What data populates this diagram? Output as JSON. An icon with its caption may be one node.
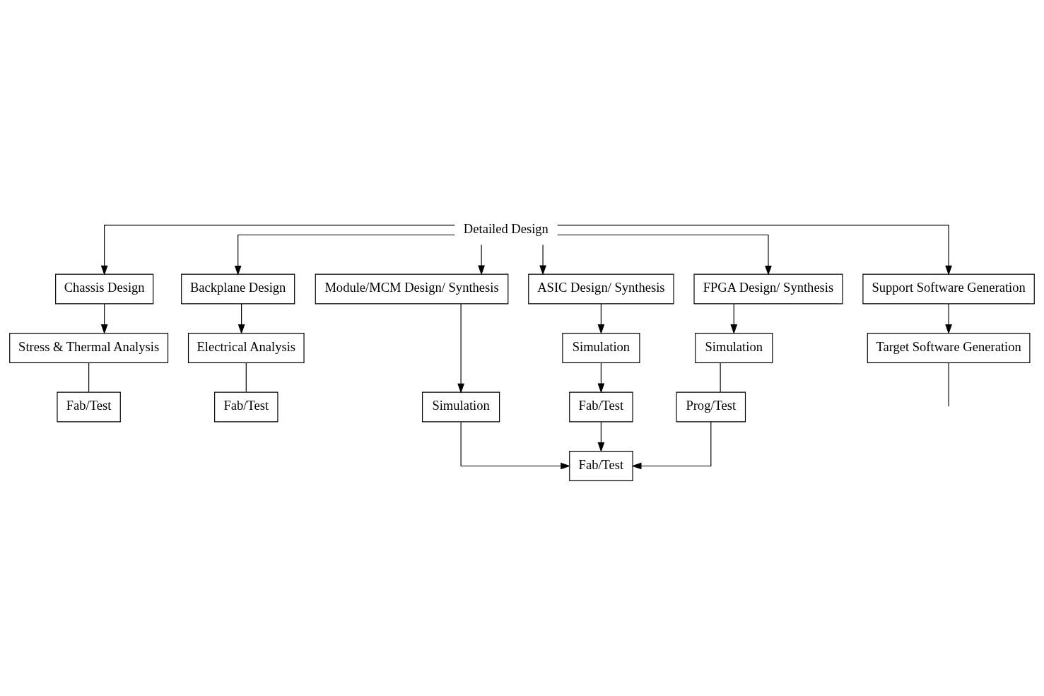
{
  "diagram": {
    "nodes": [
      {
        "text": [
          "Detailed Design"
        ]
      },
      {
        "text": [
          "Chassis Design"
        ]
      },
      {
        "text": [
          "Backplane Design"
        ]
      },
      {
        "text": [
          "Module/MCM Design/ Synthesis"
        ]
      },
      {
        "text": [
          "ASIC Design/ Synthesis"
        ]
      },
      {
        "text": [
          "FPGA Design/ Synthesis"
        ]
      },
      {
        "text": [
          "Support Software Generation"
        ]
      },
      {
        "text": [
          "Stress & Thermal Analysis"
        ]
      },
      {
        "text": [
          "Electrical Analysis"
        ]
      },
      {
        "text": [
          "Simulation"
        ]
      },
      {
        "text": [
          "Simulation"
        ]
      },
      {
        "text": [
          "Simulation"
        ]
      },
      {
        "text": [
          "Target Software Generation"
        ]
      },
      {
        "text": [
          "Fab/Test"
        ]
      },
      {
        "text": [
          "Prog/Test"
        ]
      },
      {
        "text": [
          "Fab/Test"
        ]
      },
      {
        "text": [
          "Fab/Test"
        ]
      },
      {
        "text": [
          "Fab/Test"
        ]
      }
    ],
    "edges": [
      {
        "from": 0,
        "to": 1,
        "arrow": "to"
      },
      {
        "from": 0,
        "to": 2,
        "arrow": "to"
      },
      {
        "from": 0,
        "to": 3,
        "arrow": "to"
      },
      {
        "from": 0,
        "to": 4,
        "arrow": "to"
      },
      {
        "from": 0,
        "to": 5,
        "arrow": "to"
      },
      {
        "from": 0,
        "to": 6,
        "arrow": "to"
      },
      {
        "from": 1,
        "to": 7,
        "arrow": "to"
      },
      {
        "from": 2,
        "to": 8,
        "arrow": "to"
      },
      {
        "from": 3,
        "to": 9,
        "arrow": "to"
      },
      {
        "from": 4,
        "to": 10,
        "arrow": "to"
      },
      {
        "from": 5,
        "to": 11,
        "arrow": "to"
      },
      {
        "from": 6,
        "to": 12,
        "arrow": "to"
      },
      {
        "from": 10,
        "to": 13,
        "arrow": "to"
      },
      {
        "from": 11,
        "to": 14,
        "arrow": "none"
      },
      {
        "from": 7,
        "to": 15,
        "arrow": "none"
      },
      {
        "from": 8,
        "to": 16,
        "arrow": "none"
      },
      {
        "from": 9,
        "to": 17,
        "arrow": "to"
      },
      {
        "from": 13,
        "to": 17,
        "arrow": "to"
      },
      {
        "from": 14,
        "to": 17,
        "arrow": "to"
      },
      {
        "from": 12,
        "to": null,
        "arrow": "none"
      }
    ]
  }
}
